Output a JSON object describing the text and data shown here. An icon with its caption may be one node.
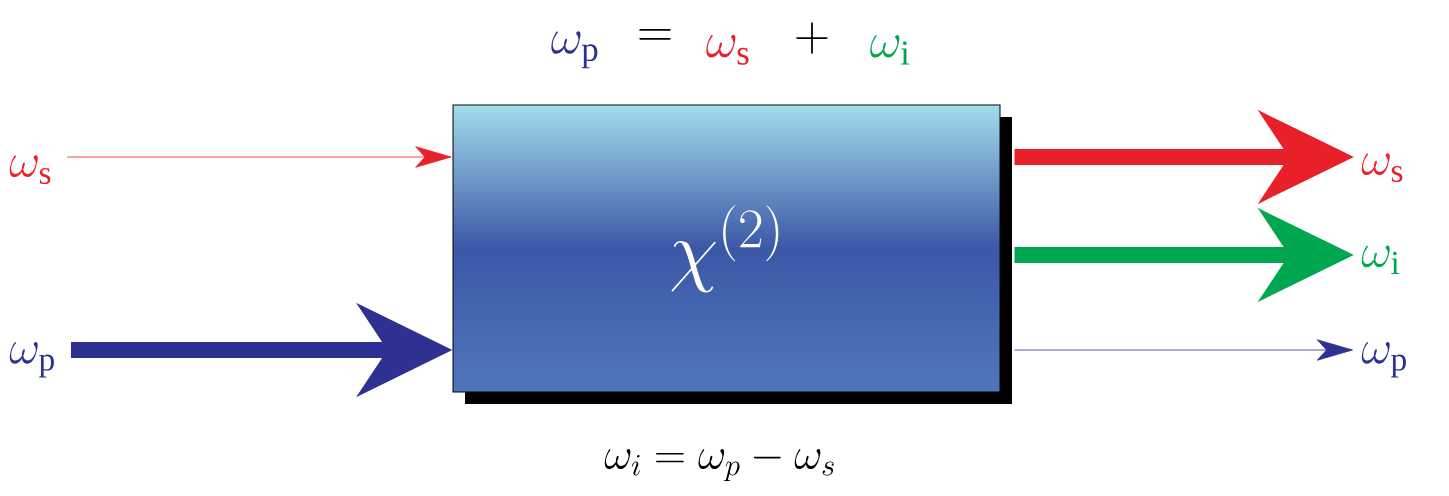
{
  "diagram": {
    "nodes": [
      {
        "text": [
          "\\omega_{\\mathrm{s}}"
        ]
      },
      {
        "text": [
          "\\omega_{\\mathrm{p}}"
        ]
      },
      {
        "text": [
          "\\chi^{(2)}"
        ]
      },
      {
        "text": [
          "\\omega_{\\mathrm{s}}"
        ]
      },
      {
        "text": [
          "\\omega_{\\mathrm{i}}"
        ]
      },
      {
        "text": [
          "\\omega_{\\mathrm{p}}"
        ]
      }
    ],
    "edges": [
      {
        "from": 0,
        "to": 2,
        "arrow": "to",
        "color": "#e8202a"
      },
      {
        "from": 1,
        "to": 2,
        "arrow": "to",
        "color": "#2e3192"
      },
      {
        "from": 2,
        "to": 3,
        "arrow": "to",
        "color": "#e8202a"
      },
      {
        "from": 2,
        "to": 4,
        "arrow": "to",
        "color": "#00a650"
      },
      {
        "from": 2,
        "to": 5,
        "arrow": "to",
        "color": "#2e3192"
      }
    ],
    "labels": [
      "\\omega_{\\mathrm{p}}",
      "=",
      "\\omega_{\\mathrm{s}}",
      "+",
      "\\omega_{\\mathrm{i}}",
      "\\omega_i = \\omega_p - \\omega_s"
    ]
  }
}
